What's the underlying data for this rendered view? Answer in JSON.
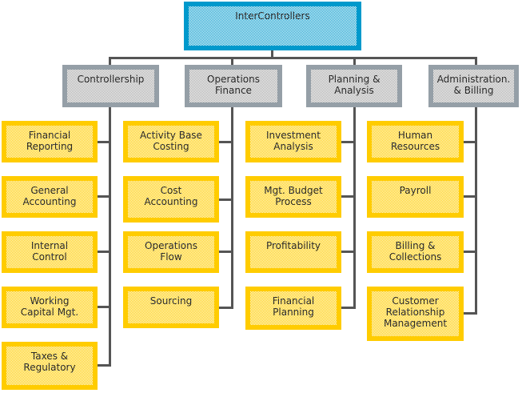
{
  "chart": {
    "root": {
      "label": "InterControllers"
    },
    "departments": [
      {
        "label": "Controllership",
        "items": [
          "Financial\nReporting",
          "General\nAccounting",
          "Internal\nControl",
          "Working\nCapital Mgt.",
          "Taxes &\nRegulatory"
        ]
      },
      {
        "label": "Operations\nFinance",
        "items": [
          "Activity Base\nCosting",
          "Cost\nAccounting",
          "Operations\nFlow",
          "Sourcing"
        ]
      },
      {
        "label": "Planning &\nAnalysis",
        "items": [
          "Investment\nAnalysis",
          "Mgt. Budget\nProcess",
          "Profitability",
          "Financial\nPlanning"
        ]
      },
      {
        "label": "Administration.\n& Billing",
        "items": [
          "Human\nResources",
          "Payroll",
          "Billing &\nCollections",
          "Customer\nRelationship\nManagement"
        ]
      }
    ]
  },
  "colors": {
    "root_border": "#0099cc",
    "department_border": "#959fa7",
    "unit_border": "#ffcc00",
    "connector": "#555555"
  }
}
